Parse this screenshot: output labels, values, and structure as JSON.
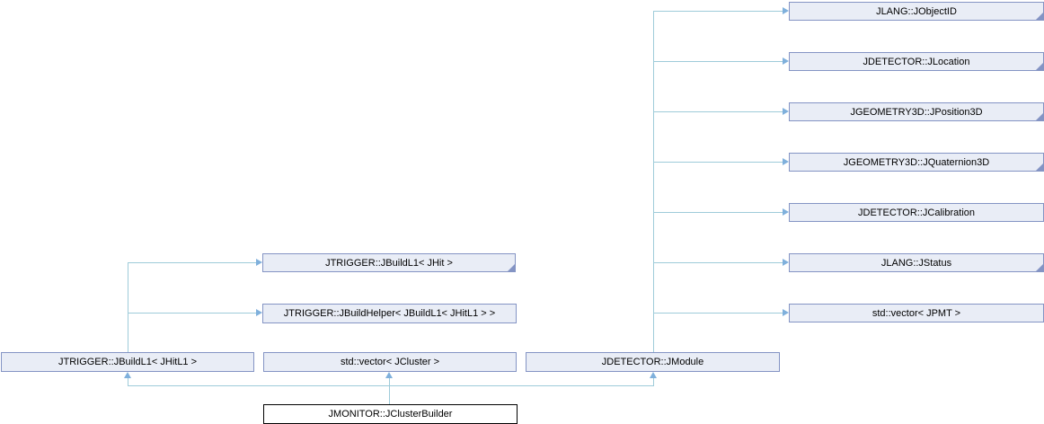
{
  "diagram": {
    "type": "class-collaboration-diagram",
    "focus_class": "JMONITOR::JClusterBuilder",
    "colors": {
      "node_fill": "#e9edf6",
      "node_border": "#8494c4",
      "edge": "#9ecbd9",
      "arrow": "#7fb0dc",
      "focus_border": "#000000",
      "focus_fill": "#ffffff"
    },
    "nodes": [
      {
        "label": "JLANG::JObjectID"
      },
      {
        "label": "JDETECTOR::JLocation"
      },
      {
        "label": "JGEOMETRY3D::JPosition3D"
      },
      {
        "label": "JGEOMETRY3D::JQuaternion3D"
      },
      {
        "label": "JDETECTOR::JCalibration"
      },
      {
        "label": "JLANG::JStatus"
      },
      {
        "label": "std::vector< JPMT >"
      },
      {
        "label": "JTRIGGER::JBuildL1< JHit >"
      },
      {
        "label": "JTRIGGER::JBuildHelper< JBuildL1< JHitL1 > >"
      },
      {
        "label": "JTRIGGER::JBuildL1< JHitL1 >"
      },
      {
        "label": "std::vector< JCluster >"
      },
      {
        "label": "JDETECTOR::JModule"
      },
      {
        "label": "JMONITOR::JClusterBuilder"
      }
    ],
    "edges": [
      {
        "from": "JDETECTOR::JModule",
        "to": "JLANG::JObjectID"
      },
      {
        "from": "JDETECTOR::JModule",
        "to": "JDETECTOR::JLocation"
      },
      {
        "from": "JDETECTOR::JModule",
        "to": "JGEOMETRY3D::JPosition3D"
      },
      {
        "from": "JDETECTOR::JModule",
        "to": "JGEOMETRY3D::JQuaternion3D"
      },
      {
        "from": "JDETECTOR::JModule",
        "to": "JDETECTOR::JCalibration"
      },
      {
        "from": "JDETECTOR::JModule",
        "to": "JLANG::JStatus"
      },
      {
        "from": "JDETECTOR::JModule",
        "to": "std::vector< JPMT >"
      },
      {
        "from": "JTRIGGER::JBuildL1< JHitL1 >",
        "to": "JTRIGGER::JBuildL1< JHit >"
      },
      {
        "from": "JTRIGGER::JBuildL1< JHitL1 >",
        "to": "JTRIGGER::JBuildHelper< JBuildL1< JHitL1 > >"
      },
      {
        "from": "JMONITOR::JClusterBuilder",
        "to": "JTRIGGER::JBuildL1< JHitL1 >"
      },
      {
        "from": "JMONITOR::JClusterBuilder",
        "to": "std::vector< JCluster >"
      },
      {
        "from": "JMONITOR::JClusterBuilder",
        "to": "JDETECTOR::JModule"
      }
    ]
  }
}
